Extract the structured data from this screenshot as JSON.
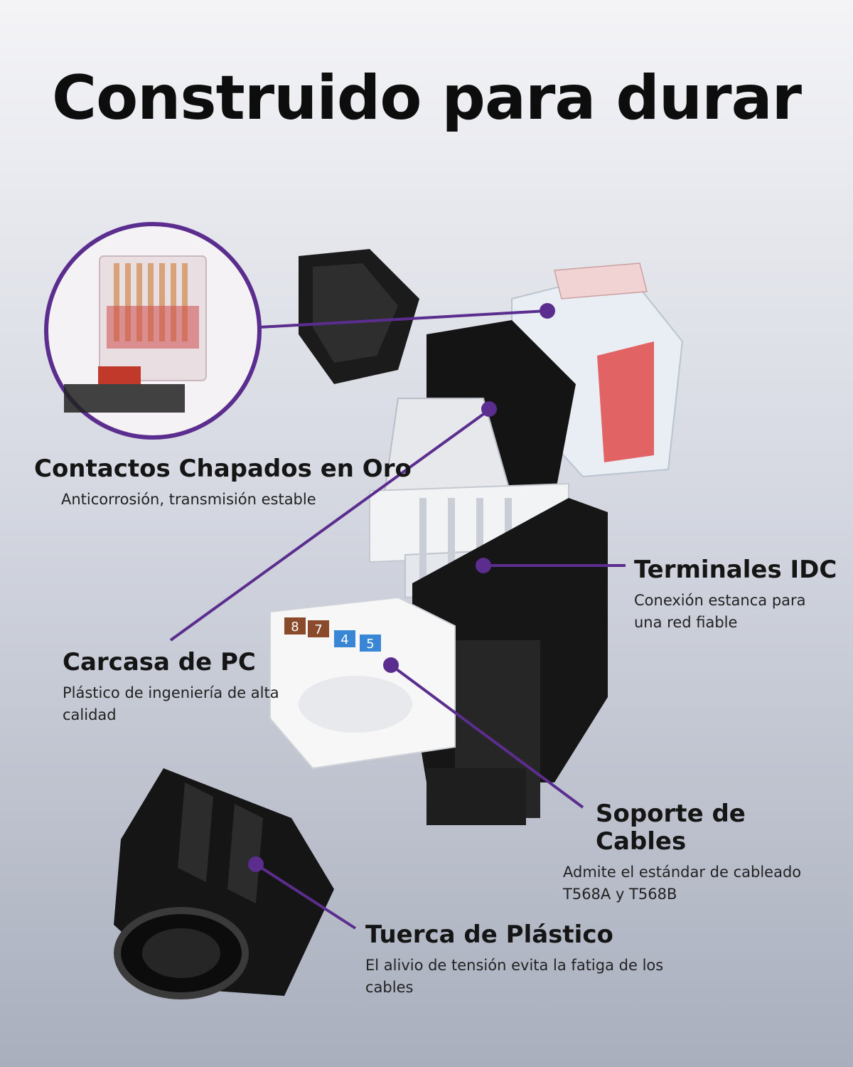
{
  "title": "Construido para durar",
  "callouts": [
    {
      "heading": "Contactos Chapados en Oro",
      "desc": "Anticorrosión, transmisión estable"
    },
    {
      "heading": "Terminales IDC",
      "desc": "Conexión estanca para una red fiable"
    },
    {
      "heading": "Carcasa de PC",
      "desc": "Plástico de ingeniería de alta calidad"
    },
    {
      "heading": "Soporte de Cables",
      "desc": "Admite el estándar de cableado T568A y T568B"
    },
    {
      "heading": "Tuerca de Plástico",
      "desc": "El alivio de tensión evita la fatiga de los cables"
    }
  ],
  "pin_labels": [
    "8",
    "7",
    "4",
    "5"
  ],
  "colors": {
    "accent": "#5b2d8e",
    "pin_brown": "#8a4a2c",
    "pin_blue": "#3a86d6"
  }
}
